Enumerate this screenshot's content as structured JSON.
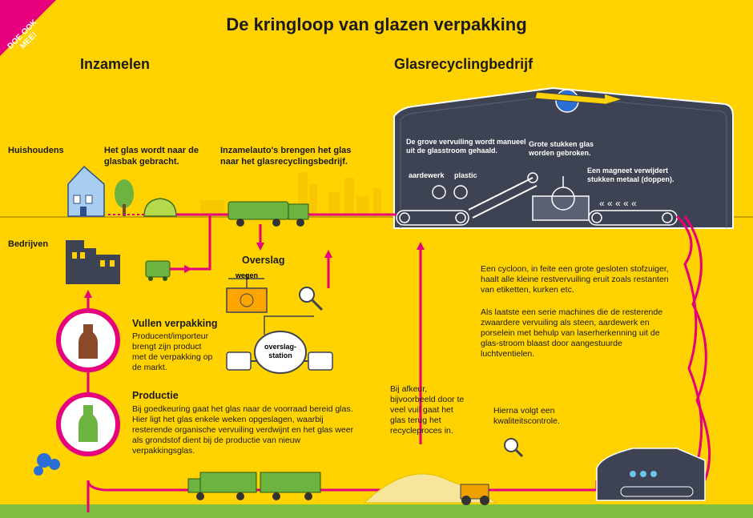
{
  "title": "De kringloop van glazen verpakking",
  "corner_banner": "DOE OOK MEE!",
  "sections": {
    "collect": "Inzamelen",
    "recycling": "Glasrecyclingbedrijf"
  },
  "labels": {
    "households": "Huishoudens",
    "businesses": "Bedrijven",
    "glass_to_bin": "Het glas wordt naar de glasbak gebracht.",
    "trucks_bring": "Inzamelauto's brengen het glas naar het glasrecyclingsbedrijf.",
    "transfer": "Overslag",
    "weigh": "wegen",
    "transfer_station": "overslag-station",
    "coarse_removed": "De grove vervuiling wordt manueel uit de glasstroom gehaald.",
    "ceramics": "aardewerk",
    "plastic": "plastic",
    "large_broken": "Grote stukken glas worden gebroken.",
    "magnet": "Een magneet verwijdert stukken metaal (doppen)."
  },
  "texts": {
    "cyclone": "Een cycloon, in feite een grote gesloten stofzuiger, haalt alle kleine restvervuiling eruit zoals restanten van etiketten, kurken etc.",
    "laser": "Als laatste een serie machines die de resterende zwaardere vervuiling als steen, aardewerk en porselein met behulp van laserherkenning uit de glas-stroom blaast door aangestuurde luchtventielen.",
    "reject": "Bij afkeur, bijvoorbeeld door te veel vuil gaat het glas terug het recycleproces in.",
    "quality": "Hierna volgt een kwaliteitscontrole.",
    "fill_title": "Vullen verpakking",
    "fill_body": "Producent/importeur brengt zijn product met de verpakking op de markt.",
    "production_title": "Productie",
    "production_body": "Bij goedkeuring gaat het glas naar de voorraad bereid glas. Hier ligt het glas enkele weken opgeslagen, waarbij resterende organische vervuiling verdwijnt en het glas weer als grondstof dient bij de productie van nieuw verpakkingsglas."
  },
  "colors": {
    "background": "#ffd200",
    "flow": "#e6007e",
    "building": "#3d4352",
    "truck": "#6cb33f",
    "ground": "#7fbf3f"
  }
}
